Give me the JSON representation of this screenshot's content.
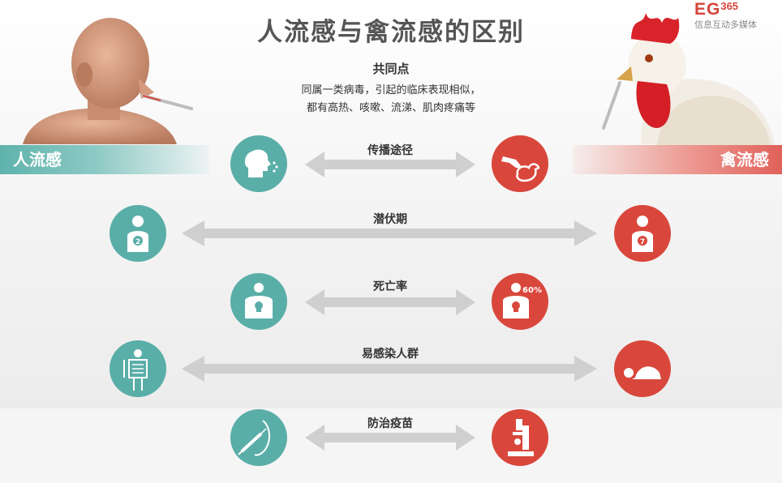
{
  "title": "人流感与禽流感的区别",
  "brand": {
    "logo_main": "EG",
    "logo_num": "365",
    "tagline": "信息互动多媒体"
  },
  "common": {
    "title": "共同点",
    "line1": "同属一类病毒，引起的临床表现相似，",
    "line2": "都有高热、咳嗽、流涕、肌肉疼痛等"
  },
  "left_label": "人流感",
  "right_label": "禽流感",
  "rows": [
    {
      "label": "传播途径",
      "left_icon": "cough-icon",
      "right_icon": "hand-duck-icon"
    },
    {
      "label": "潜伏期",
      "left_icon": "torso-2-icon",
      "left_text": "2",
      "right_icon": "torso-7-icon",
      "right_text": "7"
    },
    {
      "label": "死亡率",
      "left_icon": "torso-skull-icon",
      "right_icon": "torso-skull-60-icon",
      "right_text": "60%"
    },
    {
      "label": "易感染人群",
      "left_icon": "xray-body-icon",
      "right_icon": "lying-person-icon"
    },
    {
      "label": "防治疫苗",
      "left_icon": "syringe-arm-icon",
      "right_icon": "microscope-icon"
    }
  ],
  "colors": {
    "human": "#5aaea8",
    "avian": "#d9473c",
    "arrow": "#cfcfcf"
  }
}
